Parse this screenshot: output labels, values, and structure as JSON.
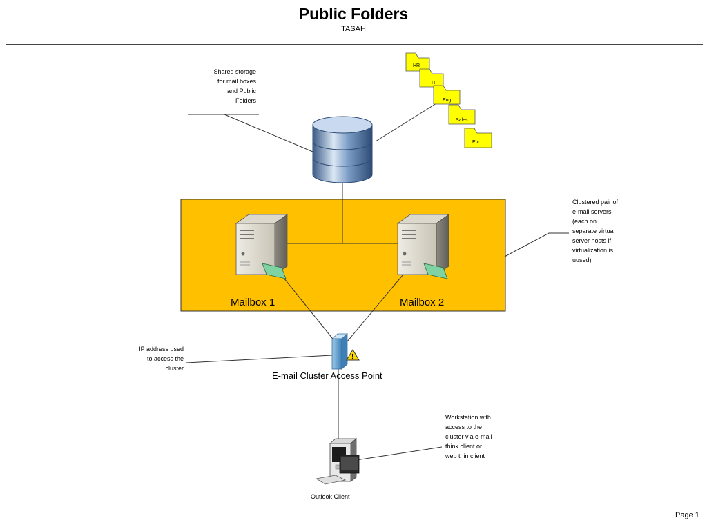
{
  "header": {
    "title": "Public Folders",
    "subtitle": "TASAH"
  },
  "notes": {
    "storage": [
      "Shared storage",
      "for mail boxes",
      "and Public",
      "Folders"
    ],
    "cluster": [
      "Clustered pair of",
      "e-mail servers",
      "(each on",
      "separate virtual",
      "server hosts if",
      "virtualization is",
      "uused)"
    ],
    "ip": [
      "IP address used",
      "to access the",
      "cluster"
    ],
    "workstation": [
      "Workstation with",
      "access to the",
      "cluster via e-mail",
      "think client or",
      "web thin client"
    ]
  },
  "servers": {
    "mailbox1": "Mailbox 1",
    "mailbox2": "Mailbox 2"
  },
  "access_point": "E-mail Cluster Access Point",
  "client": "Outlook Client",
  "folders": [
    "HR",
    "IT",
    "Eng.",
    "Sales",
    "Etc."
  ],
  "footer": {
    "page": "Page 1"
  },
  "colors": {
    "cluster_fill": "#FFC000",
    "folder_fill": "#FFFF00",
    "db_blue": "#4A6F9E"
  }
}
